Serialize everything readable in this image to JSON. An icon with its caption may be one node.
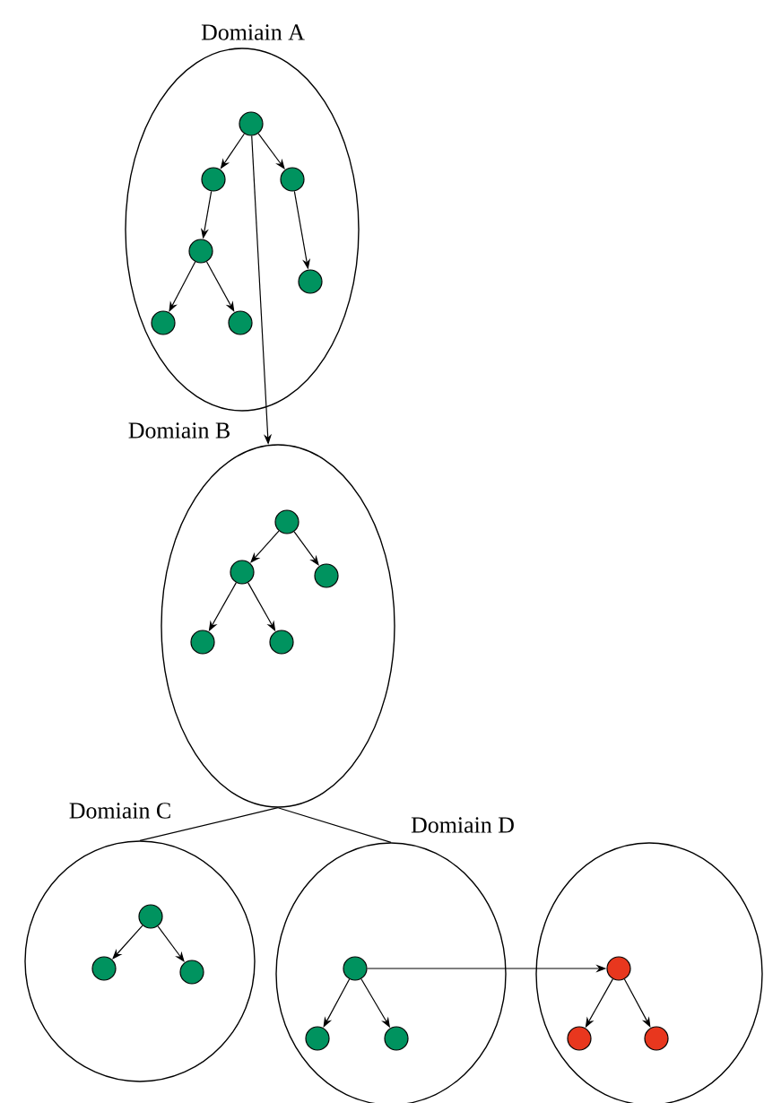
{
  "diagram": {
    "nodes": [
      {
        "text": [
          "Domiain A"
        ]
      },
      {
        "text": [],
        "shape": "circle",
        "in": 0
      },
      {
        "text": [],
        "shape": "circle",
        "in": 0
      },
      {
        "text": [],
        "shape": "circle",
        "in": 0
      },
      {
        "text": [],
        "shape": "circle",
        "in": 0
      },
      {
        "text": [],
        "shape": "circle",
        "in": 0
      },
      {
        "text": [],
        "shape": "circle",
        "in": 0
      },
      {
        "text": [],
        "shape": "circle",
        "in": 0
      },
      {
        "text": [
          "Domiain B"
        ]
      },
      {
        "text": [],
        "shape": "circle",
        "in": 8
      },
      {
        "text": [],
        "shape": "circle",
        "in": 8
      },
      {
        "text": [],
        "shape": "circle",
        "in": 8
      },
      {
        "text": [],
        "shape": "circle",
        "in": 8
      },
      {
        "text": [],
        "shape": "circle",
        "in": 8
      },
      {
        "text": [
          "Domiain C"
        ]
      },
      {
        "text": [],
        "shape": "circle",
        "in": 14
      },
      {
        "text": [],
        "shape": "circle",
        "in": 14
      },
      {
        "text": [],
        "shape": "circle",
        "in": 14
      },
      {
        "text": [
          "Domiain D"
        ]
      },
      {
        "text": [],
        "shape": "circle",
        "in": 18
      },
      {
        "text": [],
        "shape": "circle",
        "in": 18
      },
      {
        "text": [],
        "shape": "circle",
        "in": 18
      },
      {
        "text": [],
        "shape": "circle"
      },
      {
        "text": [],
        "shape": "circle",
        "in": 22
      },
      {
        "text": [],
        "shape": "circle",
        "in": 22
      },
      {
        "text": [],
        "shape": "circle",
        "in": 22
      }
    ],
    "edges": [
      {
        "from": 1,
        "to": 2,
        "arrow": "to"
      },
      {
        "from": 1,
        "to": 3,
        "arrow": "to"
      },
      {
        "from": 2,
        "to": 4,
        "arrow": "to"
      },
      {
        "from": 3,
        "to": 5,
        "arrow": "to"
      },
      {
        "from": 4,
        "to": 6,
        "arrow": "to"
      },
      {
        "from": 4,
        "to": 7,
        "arrow": "to"
      },
      {
        "from": 1,
        "to": 8,
        "arrow": "to"
      },
      {
        "from": 9,
        "to": 10,
        "arrow": "to"
      },
      {
        "from": 9,
        "to": 11,
        "arrow": "to"
      },
      {
        "from": 10,
        "to": 12,
        "arrow": "to"
      },
      {
        "from": 10,
        "to": 13,
        "arrow": "to"
      },
      {
        "from": 8,
        "to": 14,
        "arrow": "none"
      },
      {
        "from": 8,
        "to": 18,
        "arrow": "none"
      },
      {
        "from": 15,
        "to": 16,
        "arrow": "to"
      },
      {
        "from": 15,
        "to": 17,
        "arrow": "to"
      },
      {
        "from": 19,
        "to": 20,
        "arrow": "to"
      },
      {
        "from": 19,
        "to": 21,
        "arrow": "to"
      },
      {
        "from": 19,
        "to": 23,
        "arrow": "to"
      },
      {
        "from": 23,
        "to": 24,
        "arrow": "to"
      },
      {
        "from": 23,
        "to": 25,
        "arrow": "to"
      }
    ]
  }
}
